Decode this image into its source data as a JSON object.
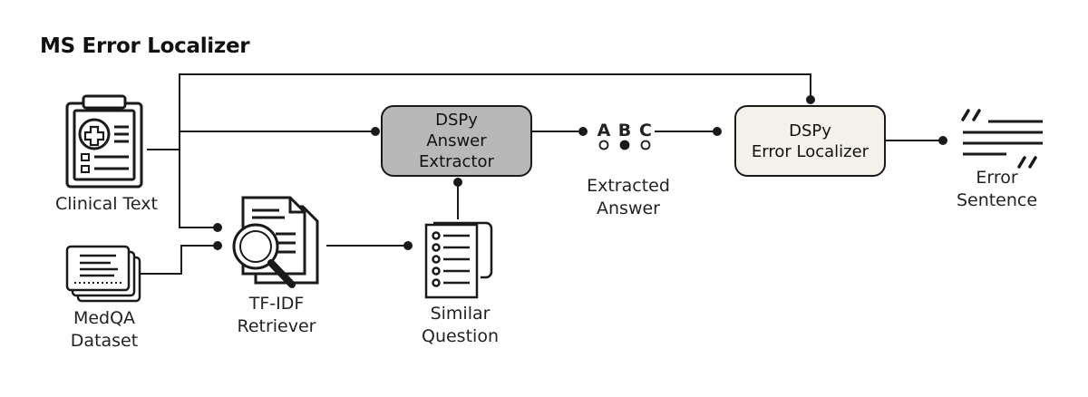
{
  "title": "MS Error Localizer",
  "nodes": {
    "clinical_text": {
      "label": "Clinical Text",
      "icon": "clinical-document-icon"
    },
    "medqa": {
      "label_line1": "MedQA",
      "label_line2": "Dataset",
      "icon": "stacked-documents-icon"
    },
    "tfidf": {
      "label_line1": "TF-IDF",
      "label_line2": "Retriever",
      "icon": "document-search-icon"
    },
    "similar": {
      "label_line1": "Similar",
      "label_line2": "Question",
      "icon": "question-list-icon"
    },
    "answer_extractor": {
      "line1": "DSPy",
      "line2": "Answer",
      "line3": "Extractor",
      "fill": "#b8b8b8"
    },
    "extracted_answer": {
      "letters": [
        "A",
        "B",
        "C"
      ],
      "label_line1": "Extracted",
      "label_line2": "Answer"
    },
    "error_localizer": {
      "line1": "DSPy",
      "line2": "Error Localizer",
      "fill": "#f3f1ea"
    },
    "error_sentence": {
      "label_line1": "Error",
      "label_line2": "Sentence",
      "icon": "quote-lines-icon"
    }
  }
}
